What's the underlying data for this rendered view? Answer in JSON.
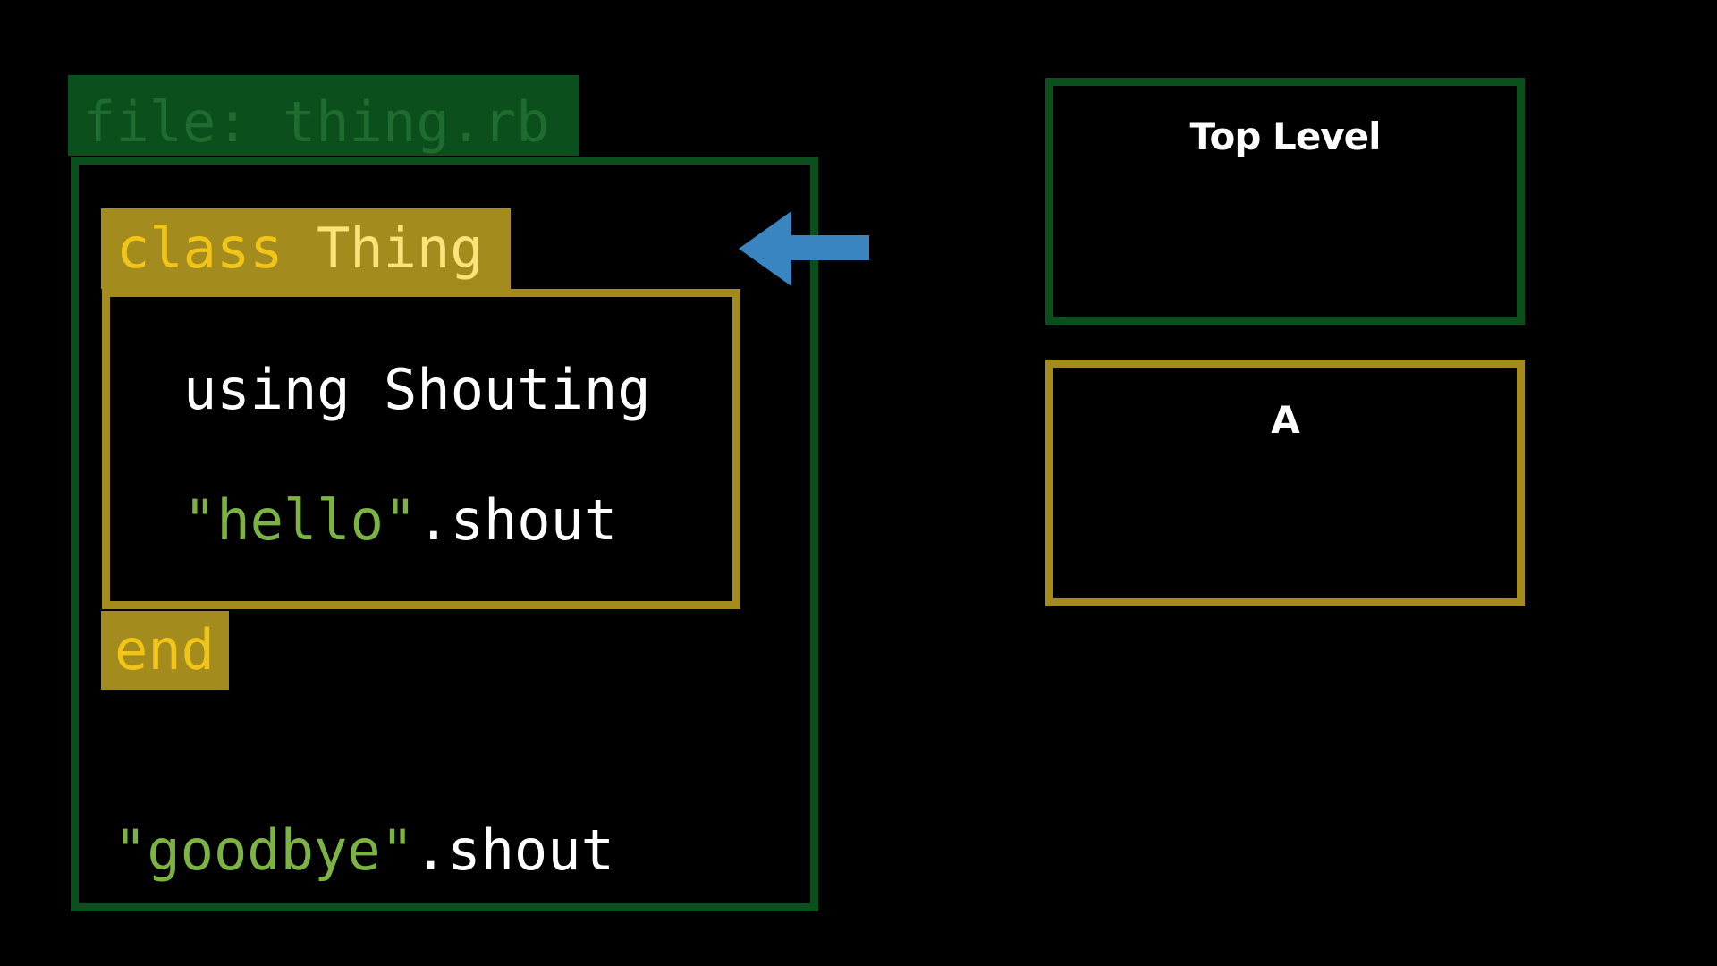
{
  "file_tab": {
    "label": "file: thing.rb"
  },
  "code": {
    "class_keyword": "class",
    "class_name": "Thing",
    "body": {
      "using_line": "using Shouting",
      "hello_string": "\"hello\"",
      "hello_call": ".shout"
    },
    "end_keyword": "end",
    "goodbye_string": "\"goodbye\"",
    "goodbye_call": ".shout"
  },
  "scopes": {
    "top_level": "Top Level",
    "a": "A"
  },
  "colors": {
    "background": "#000000",
    "file_green": "#0b4f1d",
    "file_text_green": "#1f6b30",
    "class_gold": "#a38b1d",
    "keyword_yellow": "#f0c419",
    "string_green": "#7cb342",
    "arrow_blue": "#3a85bf",
    "text_white": "#ffffff"
  },
  "icons": {
    "arrow": "arrow-left-icon"
  }
}
